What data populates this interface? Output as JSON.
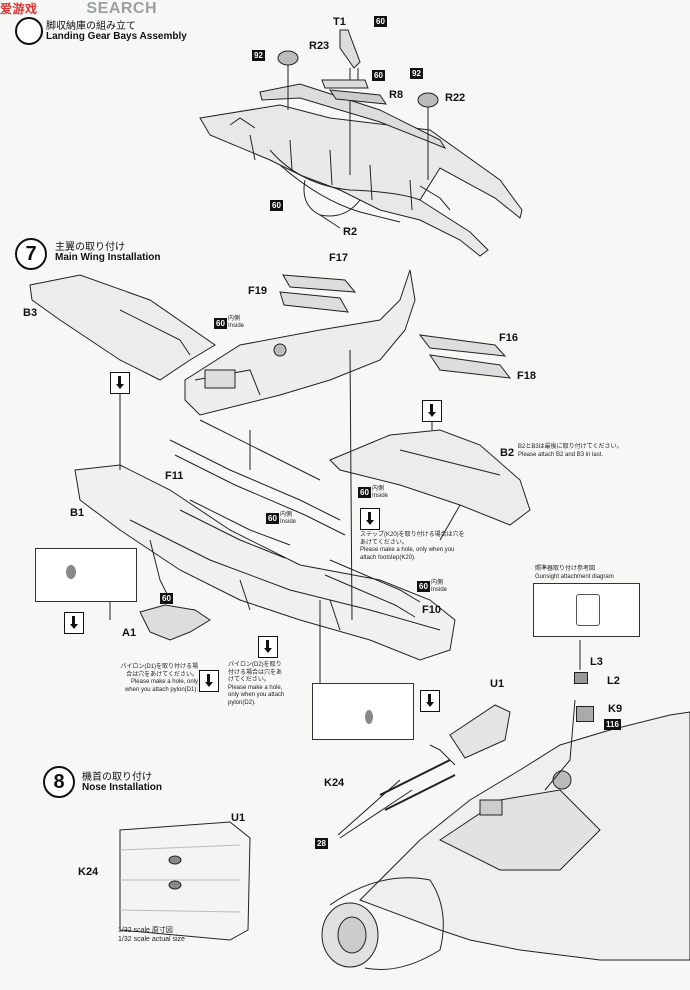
{
  "watermark": {
    "text": "SEARCH",
    "red_text": "爱游戏"
  },
  "step6": {
    "title_jp": "脚収納庫の組み立て",
    "title_en": "Landing Gear Bays Assembly"
  },
  "step7": {
    "number": "7",
    "title_jp": "主翼の取り付け",
    "title_en": "Main Wing Installation"
  },
  "step8": {
    "number": "8",
    "title_jp": "機首の取り付け",
    "title_en": "Nose Installation"
  },
  "labels": {
    "T1": "T1",
    "R23": "R23",
    "R8": "R8",
    "R22": "R22",
    "R2": "R2",
    "B3": "B3",
    "F17": "F17",
    "F19": "F19",
    "F16": "F16",
    "F18": "F18",
    "B2": "B2",
    "F11": "F11",
    "B1": "B1",
    "A1": "A1",
    "F10": "F10",
    "L3": "L3",
    "L2": "L2",
    "K9": "K9",
    "U1a": "U1",
    "U1b": "U1",
    "K24a": "K24",
    "K24b": "K24"
  },
  "paint_codes": {
    "c60": "60",
    "c92": "92",
    "c28": "28",
    "c116": "116"
  },
  "inside_note": {
    "jp": "内側",
    "en": "Inside"
  },
  "notes": {
    "b2_jp": "B2とB3は最後に取り付けてください。",
    "b2_en": "Please attach B2 and B3 in last.",
    "k20_jp1": "ステップ(K20)を取り付ける場合は穴を",
    "k20_jp2": "あけてください。",
    "k20_en1": "Please make a hole, only when you",
    "k20_en2": "attach footstep(K20).",
    "d1_jp1": "パイロン(D1)を取り付ける場",
    "d1_jp2": "合は穴をあけてください。",
    "d1_en1": "Please make a hole, only",
    "d1_en2": "when you attach pylon(D1).",
    "d2_jp1": "パイロン(D2)を取り",
    "d2_jp2": "付ける場合は穴をあ",
    "d2_jp3": "けてください。",
    "d2_en1": "Please make a hole,",
    "d2_en2": "only when you attach",
    "d2_en3": "pylon(D2).",
    "gun_jp": "照準器取り付け参考図",
    "gun_en": "Gunsight attachment diagram"
  },
  "scale_note": {
    "jp": "1/32 scale 原寸図",
    "en": "1/32 scale actual size"
  }
}
